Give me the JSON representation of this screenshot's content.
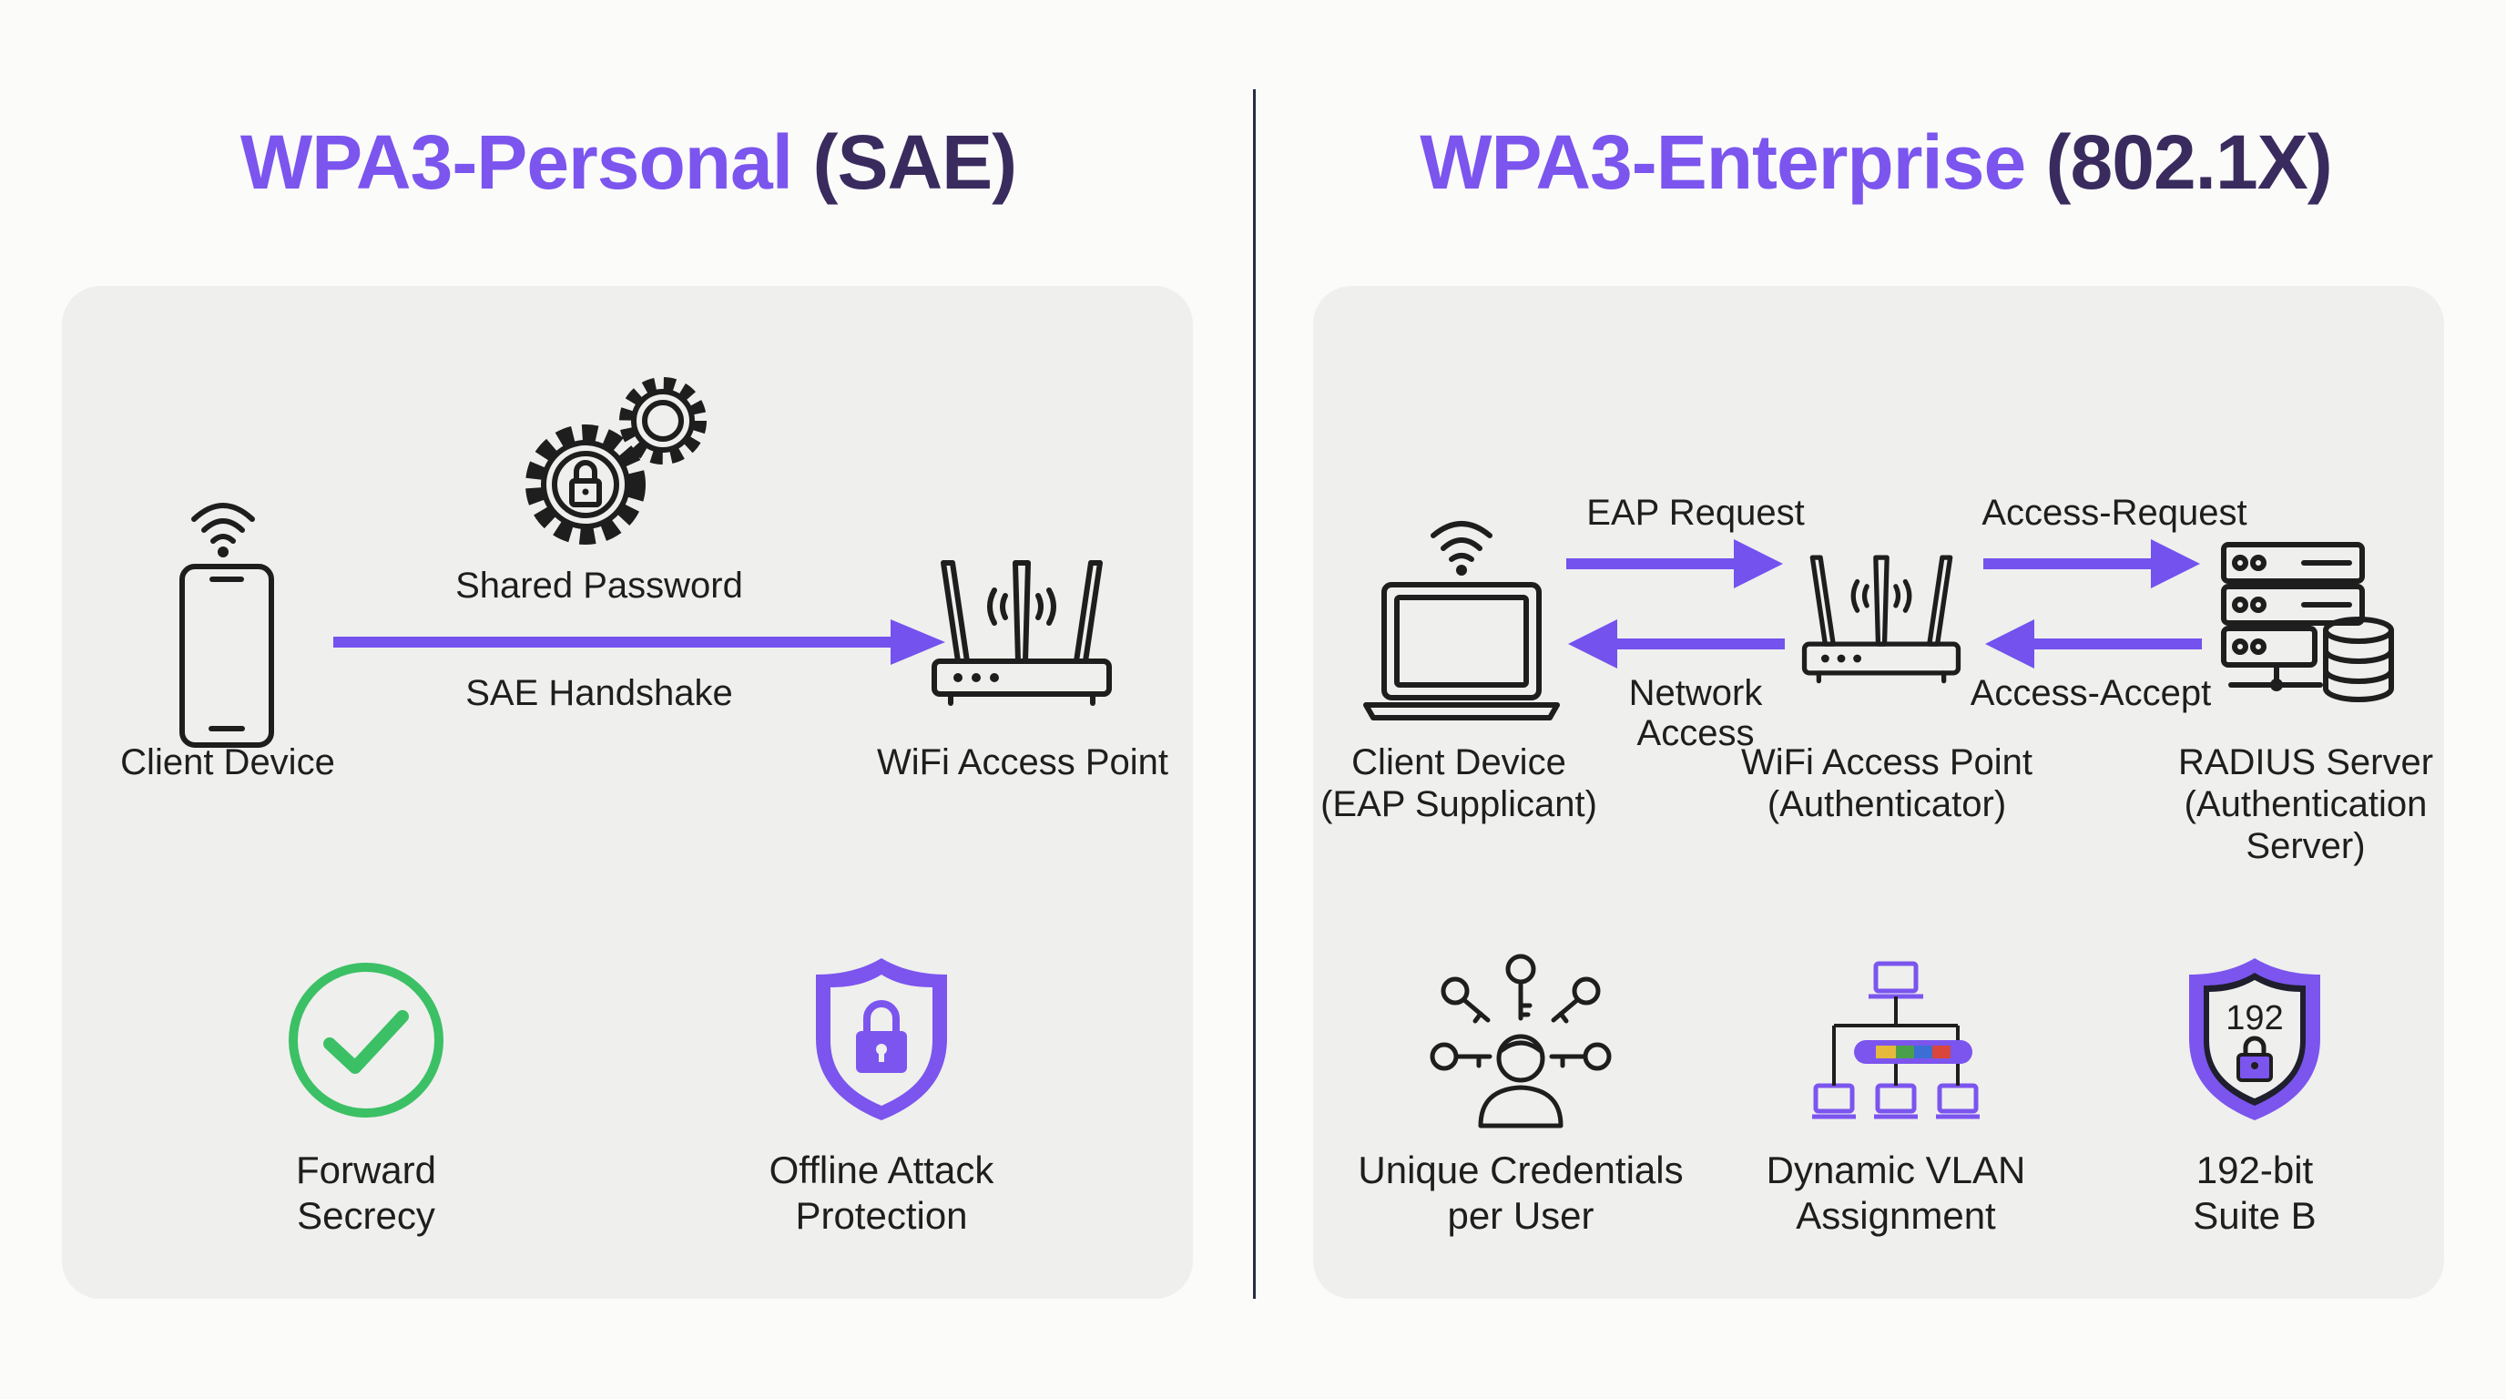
{
  "personal": {
    "title_accent": "WPA3-Personal",
    "title_rest": "(SAE)",
    "client_label": "Client Device",
    "ap_label": "WiFi Access Point",
    "arrow_top_label": "Shared Password",
    "arrow_bottom_label": "SAE Handshake",
    "features": [
      {
        "line1": "Forward",
        "line2": "Secrecy",
        "icon": "checkmark-circle-icon"
      },
      {
        "line1": "Offline Attack",
        "line2": "Protection",
        "icon": "shield-lock-icon"
      }
    ]
  },
  "enterprise": {
    "title_accent": "WPA3-Enterprise",
    "title_rest": "(802.1X)",
    "client_line1": "Client Device",
    "client_line2": "(EAP Supplicant)",
    "ap_line1": "WiFi Access Point",
    "ap_line2": "(Authenticator)",
    "radius_line1": "RADIUS Server",
    "radius_line2": "(Authentication",
    "radius_line3": "Server)",
    "flows": {
      "eap_request": "EAP Request",
      "network_access_line1": "Network",
      "network_access_line2": "Access",
      "access_request": "Access-Request",
      "access_accept": "Access-Accept"
    },
    "features": [
      {
        "line1": "Unique Credentials",
        "line2": "per User",
        "icon": "user-keys-icon"
      },
      {
        "line1": "Dynamic VLAN",
        "line2": "Assignment",
        "icon": "network-vlan-icon"
      },
      {
        "line1": "192-bit",
        "line2": "Suite B",
        "icon": "shield-192-icon",
        "badge": "192"
      }
    ]
  },
  "colors": {
    "accent": "#7b55ee",
    "title_dark": "#3a2b5e",
    "arrow": "#7352ee",
    "success": "#3cc065",
    "icon_stroke": "#1e1e1e",
    "panel": "#efefed"
  }
}
